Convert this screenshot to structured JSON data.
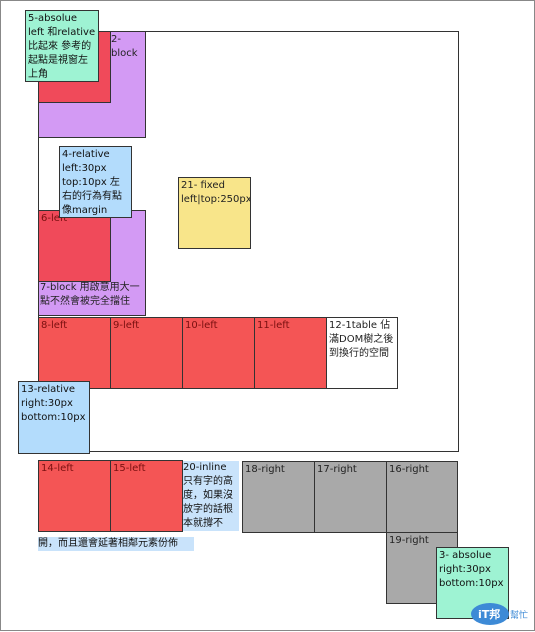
{
  "boxes": {
    "b1": "2-block",
    "b5": "5-absolue left 和relative 比起來 參考的起點是視窗左上角",
    "b4": "4-relative left:30px top:10px 左右的行為有點像margin",
    "b6": "6-left",
    "b7": "7-block 用啟意用大一點不然會被完全擋住",
    "b21": "21- fixed left|top:250px",
    "b8": "8-left",
    "b9": "9-left",
    "b10": "10-left",
    "b11": "11-left",
    "b12": "12-1table 佔滿DOM樹之後到換行的空間",
    "b13": "13-relative right:30px bottom:10px",
    "b14": "14-left",
    "b15": "15-left",
    "b20a": "20-inline 只有字的高度，如果沒放字的話根本就撐不",
    "b20b": "開，而且還會延著相鄰元素份佈",
    "b18": "18-right",
    "b17": "17-right",
    "b16": "16-right",
    "b19": "19-right",
    "b3": "3- absolue right:30px bottom:10px"
  },
  "logo": {
    "main": "iT邦",
    "sub": "幫忙"
  }
}
